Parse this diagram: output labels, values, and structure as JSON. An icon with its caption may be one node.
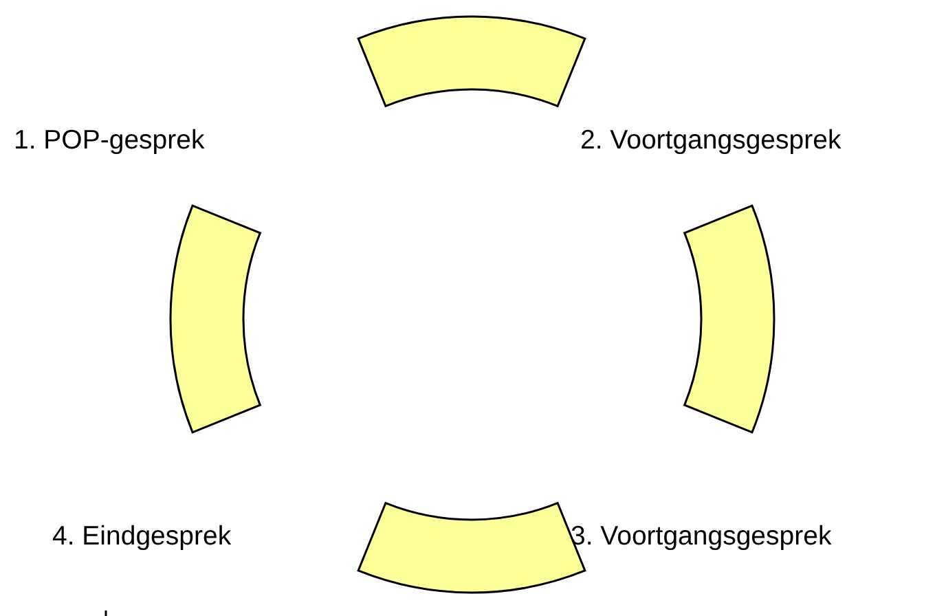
{
  "diagram": {
    "nodes": [
      {
        "text": [],
        "shape": "arc"
      },
      {
        "text": [],
        "shape": "arc"
      },
      {
        "text": [],
        "shape": "arc"
      },
      {
        "text": [],
        "shape": "arc"
      }
    ],
    "labels": [
      "1. POP-gesprek",
      "2. Voortgangsgesprek",
      "4. Eindgesprek",
      "3. Voortgangsgesprek"
    ]
  }
}
